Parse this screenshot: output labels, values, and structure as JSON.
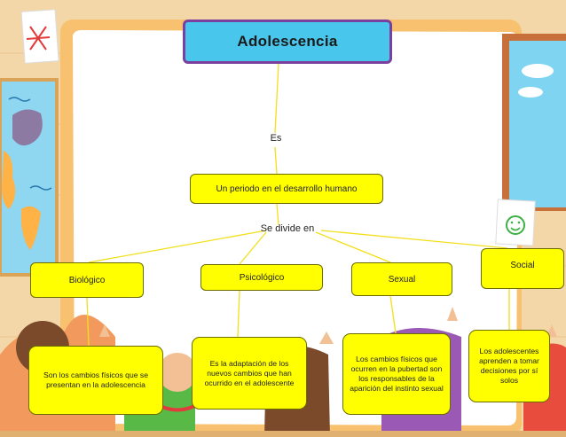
{
  "palette": {
    "title_fill": "#49c6ec",
    "title_border": "#7b3f9e",
    "box_fill": "#ffff00",
    "connector": "#f2df1c",
    "wall": "#f3d7a8",
    "board": "#ffffff",
    "frame": "#f7c170",
    "window_sky": "#7fd4f2",
    "window_frame": "#c8703a"
  },
  "decor": {
    "left_note_icon": "star-scribble-icon",
    "right_note_icon": "smiley-icon",
    "window_icon": "cloud-icon",
    "map_icon": "world-map-icon"
  },
  "diagram": {
    "root": {
      "text": "Adolescencia"
    },
    "link1": "Es",
    "definition": {
      "text": "Un periodo en el desarrollo humano"
    },
    "link2": "Se divide en",
    "categories": [
      {
        "id": "biologico",
        "label": "Biológico",
        "description": "Son los cambios físicos que se presentan en la adolescencia"
      },
      {
        "id": "psicologico",
        "label": "Psicológico",
        "description": "Es la adaptación de los nuevos cambios que han ocurrido en el adolescente"
      },
      {
        "id": "sexual",
        "label": "Sexual",
        "description": "Los cambios físicos que ocurren en la pubertad son los responsables de la aparición del instinto sexual"
      },
      {
        "id": "social",
        "label": "Social",
        "description": "Los adolescentes aprenden a tomar decisiones por sí solos"
      }
    ]
  }
}
